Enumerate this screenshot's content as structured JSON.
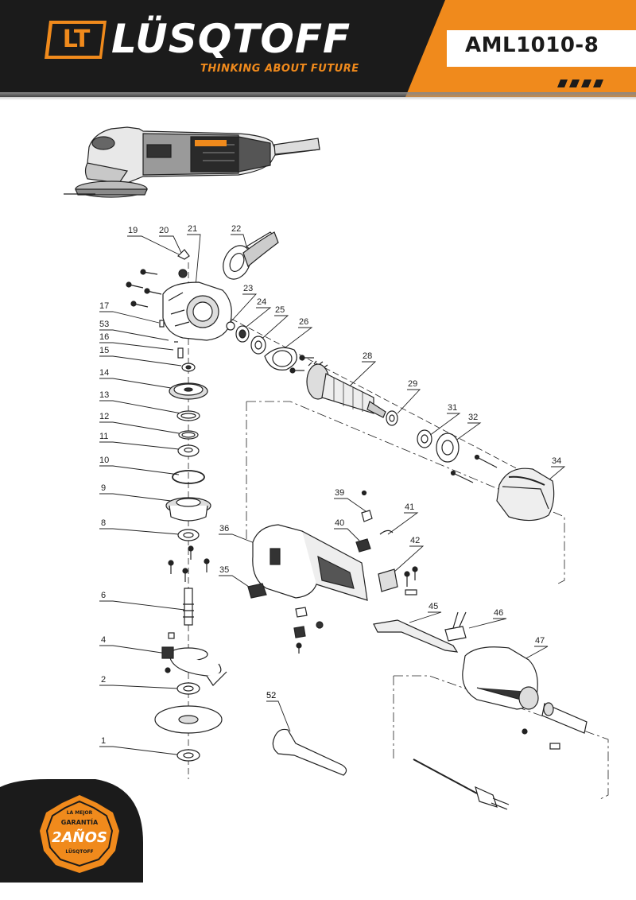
{
  "header": {
    "logo_mark": "LT",
    "brand": "LÜSQTOFF",
    "tagline": "THINKING ABOUT FUTURE",
    "model": "AML1010-8",
    "accent_color": "#f08a1c",
    "dark_color": "#1b1b1b"
  },
  "parts": [
    "1",
    "2",
    "4",
    "6",
    "8",
    "9",
    "10",
    "11",
    "12",
    "13",
    "14",
    "15",
    "16",
    "17",
    "19",
    "20",
    "21",
    "22",
    "23",
    "24",
    "25",
    "26",
    "28",
    "29",
    "31",
    "32",
    "34",
    "35",
    "36",
    "39",
    "40",
    "41",
    "42",
    "45",
    "46",
    "47",
    "52",
    "53"
  ],
  "badge": {
    "line1": "LA MEJOR",
    "line2": "GARANTÍA",
    "line3": "2AÑOS",
    "line4": "LÜSQTOFF"
  }
}
